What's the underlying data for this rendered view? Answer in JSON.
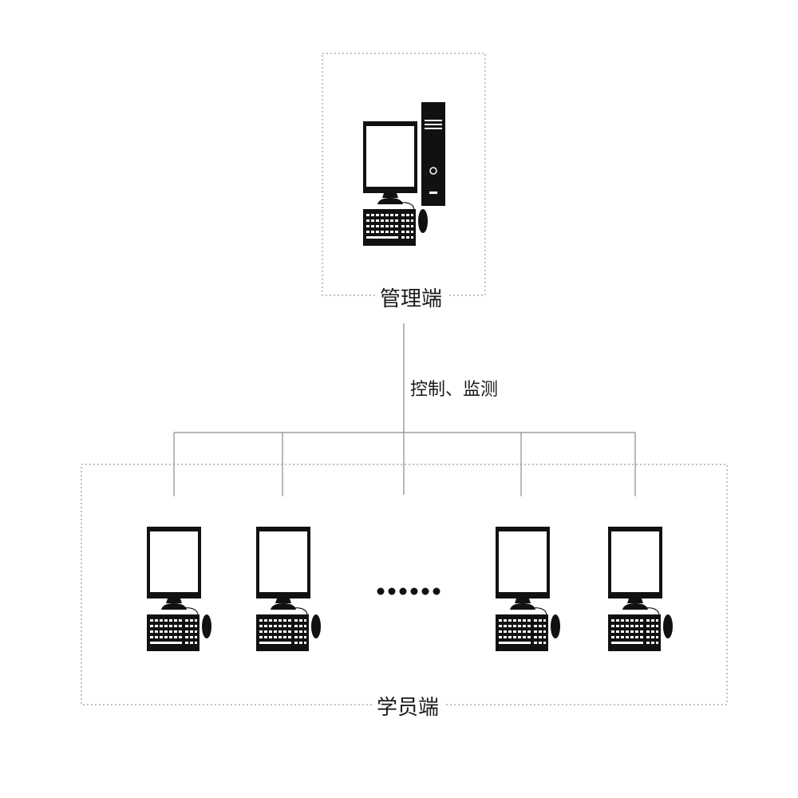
{
  "manager": {
    "label": "管理端",
    "icon": "desktop-computer-with-tower-icon"
  },
  "edge": {
    "label": "控制、监测"
  },
  "students": {
    "label": "学员端",
    "icon": "desktop-computer-icon",
    "visible_computers": 4,
    "ellipsis": "……"
  },
  "colors": {
    "line": "#8a8a8a",
    "dotted_border": "#9a9a9a",
    "device": "#111111"
  }
}
